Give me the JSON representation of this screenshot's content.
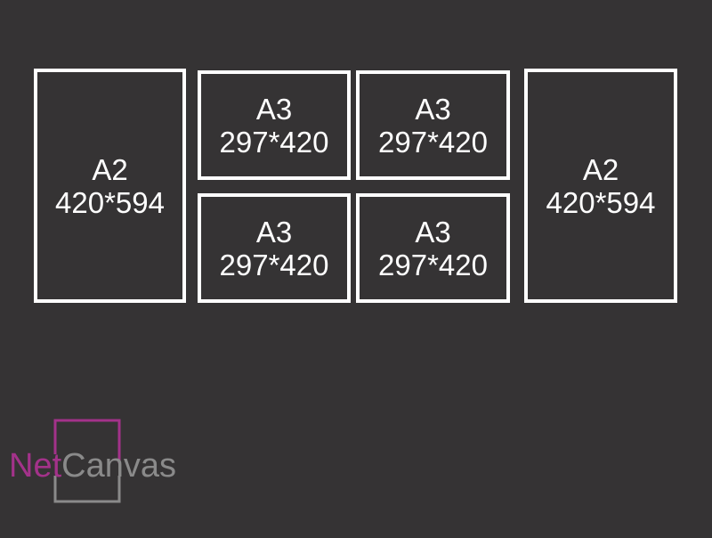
{
  "background_color": "#353334",
  "frame_color": "#ffffff",
  "frames": [
    {
      "name": "A2",
      "dims": "420*594"
    },
    {
      "name": "A3",
      "dims": "297*420"
    },
    {
      "name": "A3",
      "dims": "297*420"
    },
    {
      "name": "A3",
      "dims": "297*420"
    },
    {
      "name": "A3",
      "dims": "297*420"
    },
    {
      "name": "A2",
      "dims": "420*594"
    }
  ],
  "logo": {
    "part1": "Net",
    "part2": "Canvas",
    "part1_color": "#a3328a",
    "part2_color": "#8a8a8a"
  }
}
